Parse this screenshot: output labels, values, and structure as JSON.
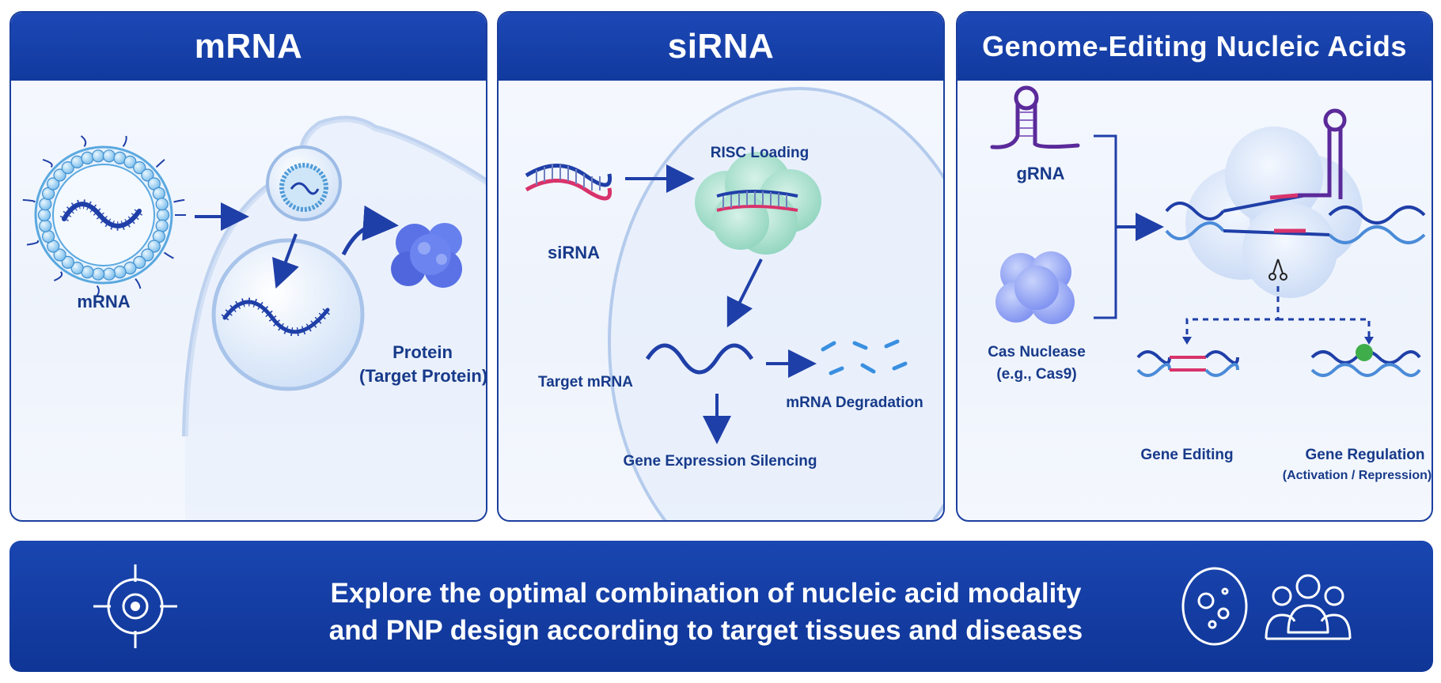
{
  "panels": {
    "mrna": {
      "title": "mRNA",
      "labels": {
        "mrna": "mRNA",
        "protein": "Protein",
        "protein_sub": "(Target Protein)"
      }
    },
    "sirna": {
      "title": "siRNA",
      "labels": {
        "risc": "RISC Loading",
        "sirna": "siRNA",
        "target": "Target mRNA",
        "degradation": "mRNA Degradation",
        "silencing": "Gene Expression Silencing"
      }
    },
    "genome": {
      "title": "Genome-Editing Nucleic Acids",
      "labels": {
        "grna": "gRNA",
        "cas": "Cas Nuclease",
        "cas_sub": "(e.g., Cas9)",
        "editing": "Gene Editing",
        "regulation": "Gene Regulation",
        "regulation_sub": "(Activation / Repression)"
      }
    }
  },
  "banner": {
    "line1": "Explore the optimal combination of nucleic acid modality",
    "line2": "and PNP design according to target tissues and diseases",
    "icons": [
      "target-icon",
      "cell-icon",
      "people-icon"
    ]
  },
  "colors": {
    "primary": "#1b3f9e",
    "header": "#1d48b6",
    "strand_blue": "#1f3fa8",
    "strand_red": "#d8336b",
    "purple": "#5b2a9a",
    "protein": "#5a72e6",
    "green": "#3fae4a"
  }
}
